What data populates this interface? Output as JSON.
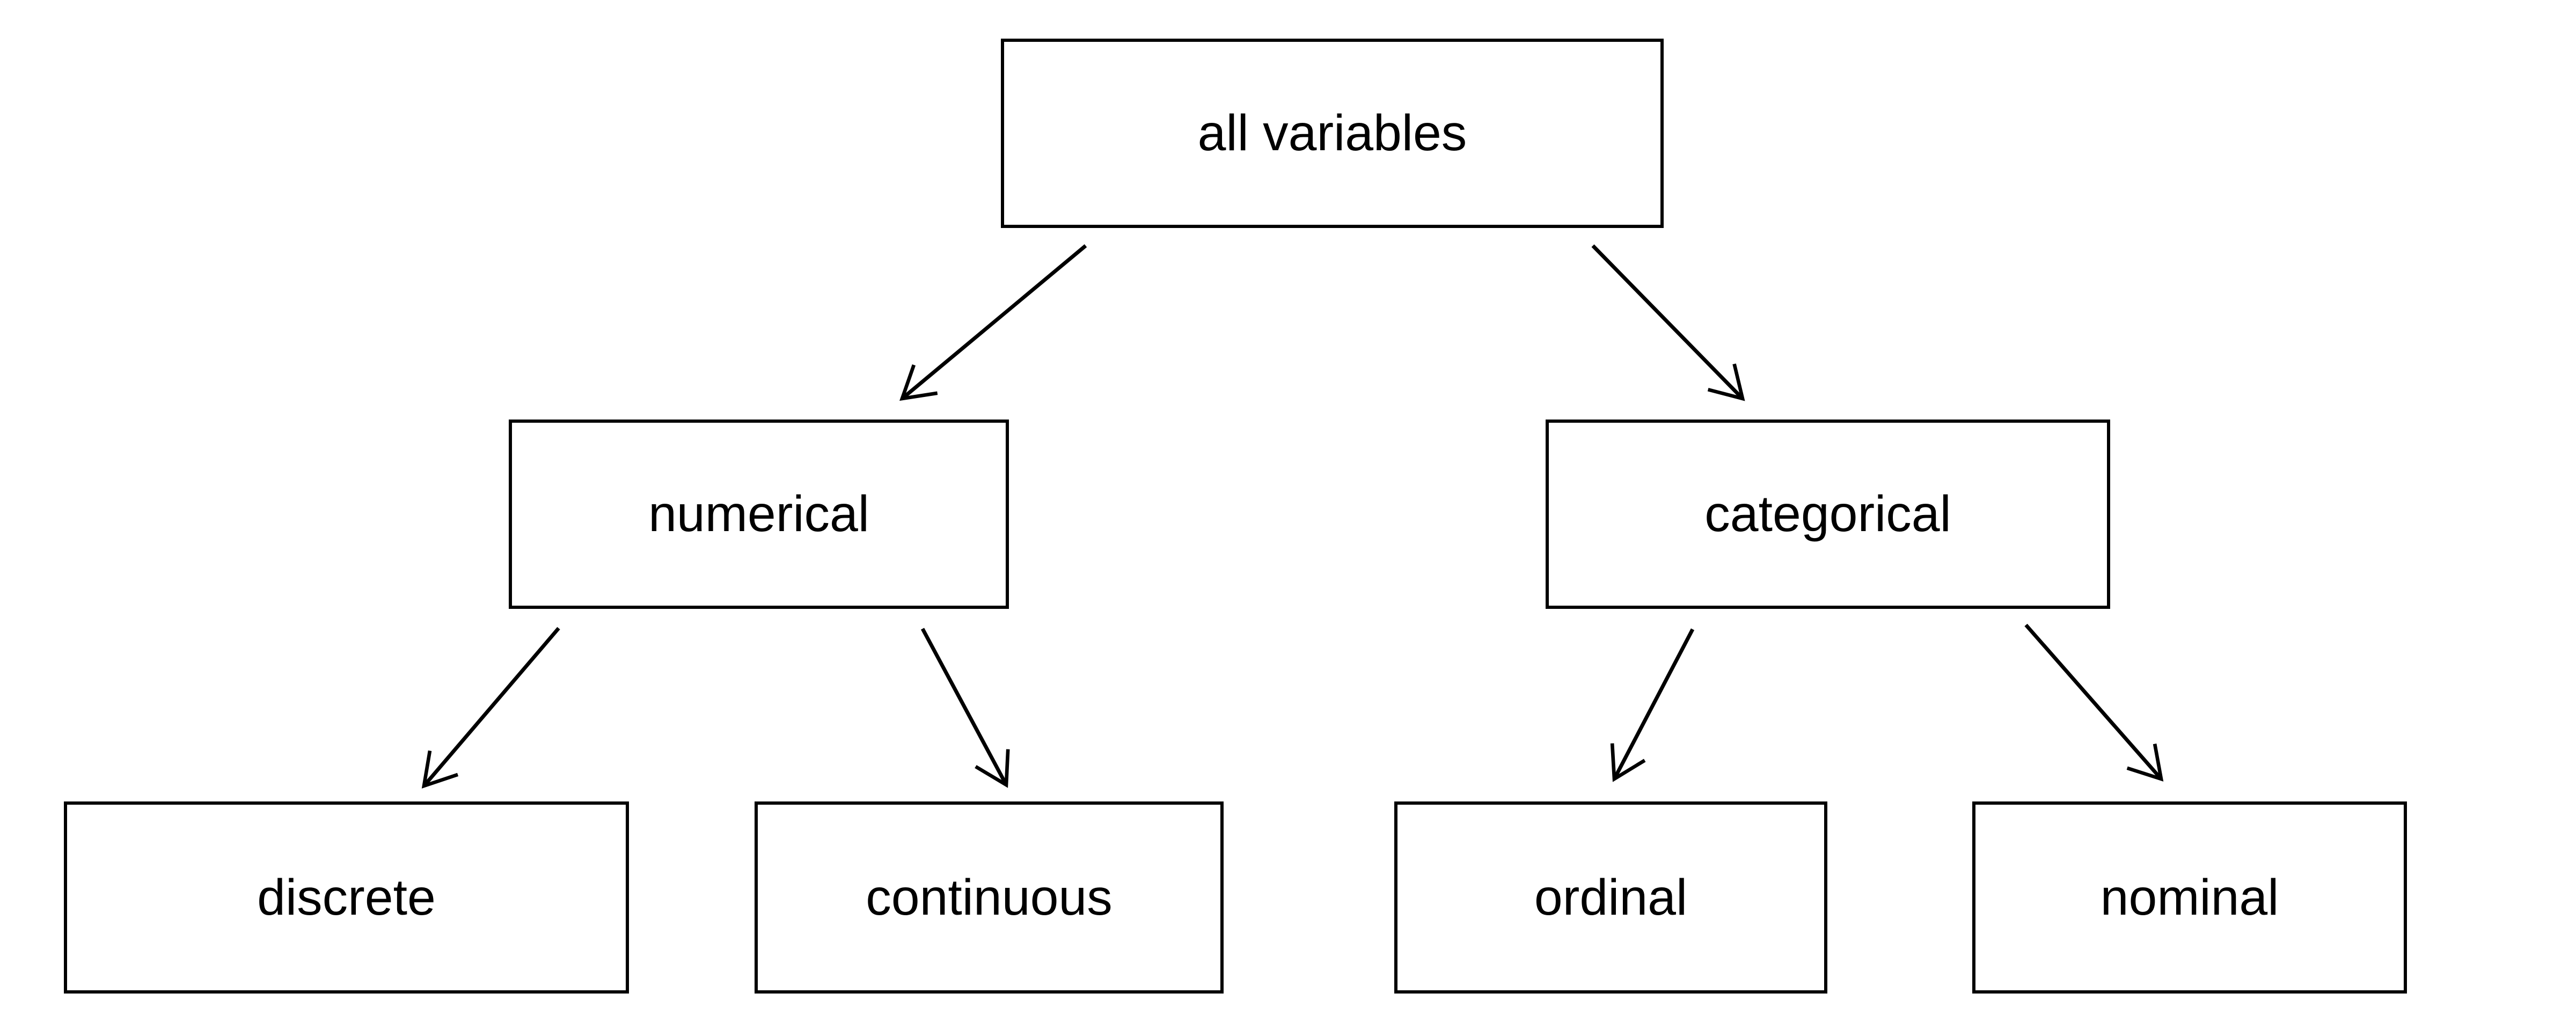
{
  "page": {
    "background_color": "#ffffff",
    "line_color": "#000000",
    "text_color": "#000000"
  },
  "diagram": {
    "type": "tree",
    "nodes": [
      {
        "id": "all-variables",
        "label": "all variables",
        "level": 0
      },
      {
        "id": "numerical",
        "label": "numerical",
        "level": 1
      },
      {
        "id": "categorical",
        "label": "categorical",
        "level": 1
      },
      {
        "id": "discrete",
        "label": "discrete",
        "level": 2
      },
      {
        "id": "continuous",
        "label": "continuous",
        "level": 2
      },
      {
        "id": "ordinal",
        "label": "ordinal",
        "level": 2
      },
      {
        "id": "nominal",
        "label": "nominal",
        "level": 2
      }
    ],
    "edges": [
      {
        "from": "all variables",
        "to": "numerical"
      },
      {
        "from": "all variables",
        "to": "categorical"
      },
      {
        "from": "numerical",
        "to": "discrete"
      },
      {
        "from": "numerical",
        "to": "continuous"
      },
      {
        "from": "categorical",
        "to": "ordinal"
      },
      {
        "from": "categorical",
        "to": "nominal"
      }
    ]
  }
}
